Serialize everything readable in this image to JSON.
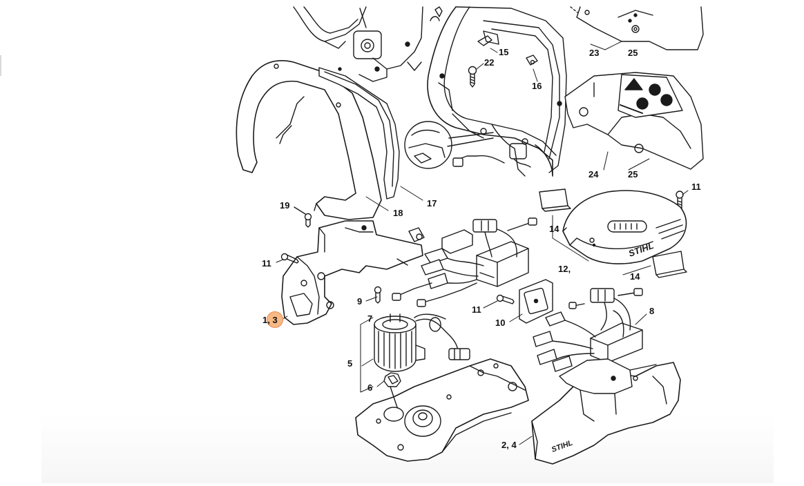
{
  "callouts": [
    {
      "id": "c15",
      "label": "15"
    },
    {
      "id": "c22",
      "label": "22"
    },
    {
      "id": "c16",
      "label": "16"
    },
    {
      "id": "c23",
      "label": "23"
    },
    {
      "id": "c25a",
      "label": "25"
    },
    {
      "id": "c24",
      "label": "24"
    },
    {
      "id": "c25b",
      "label": "25"
    },
    {
      "id": "c17",
      "label": "17"
    },
    {
      "id": "c18",
      "label": "18"
    },
    {
      "id": "c19",
      "label": "19"
    },
    {
      "id": "c11a",
      "label": "11"
    },
    {
      "id": "c11b",
      "label": "11"
    },
    {
      "id": "c11c",
      "label": "11"
    },
    {
      "id": "c14a",
      "label": "14"
    },
    {
      "id": "c14b",
      "label": "14"
    },
    {
      "id": "c12",
      "label": "12,"
    },
    {
      "id": "c9",
      "label": "9"
    },
    {
      "id": "c7",
      "label": "7"
    },
    {
      "id": "c10",
      "label": "10"
    },
    {
      "id": "c8",
      "label": "8"
    },
    {
      "id": "c13",
      "label": "1, 3"
    },
    {
      "id": "c5",
      "label": "5"
    },
    {
      "id": "c6",
      "label": "6"
    },
    {
      "id": "c24b",
      "label": "2, 4"
    }
  ],
  "selected_callout": "1, 3",
  "brand": {
    "text": "STIHL"
  },
  "colors": {
    "line": "#1a1a1a",
    "highlight_fill": "#f7b985",
    "highlight_stroke": "#e8884a"
  }
}
